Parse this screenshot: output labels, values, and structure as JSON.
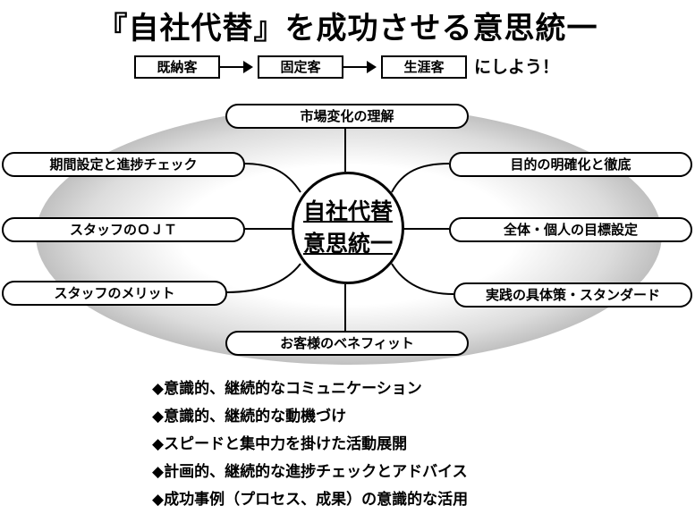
{
  "title": "『自社代替』を成功させる意思統一",
  "flow": {
    "steps": [
      "既納客",
      "固定客",
      "生涯客"
    ],
    "suffix": "にしよう！"
  },
  "center": {
    "line1": "自社代替",
    "line2": "意思統一"
  },
  "nodes": {
    "top": "市場変化の理解",
    "bottom": "お客様のベネフィット",
    "left": [
      "期間設定と進捗チェック",
      "スタッフのＯＪＴ",
      "スタッフのメリット"
    ],
    "right": [
      "目的の明確化と徹底",
      "全体・個人の目標設定",
      "実践の具体策・スタンダード"
    ]
  },
  "bullets": [
    "◆意識的、継続的なコミュニケーション",
    "◆意識的、継続的な動機づけ",
    "◆スピードと集中力を掛けた活動展開",
    "◆計画的、継続的な進捗チェックとアドバイス",
    "◆成功事例（プロセス、成果）の意識的な活用"
  ]
}
